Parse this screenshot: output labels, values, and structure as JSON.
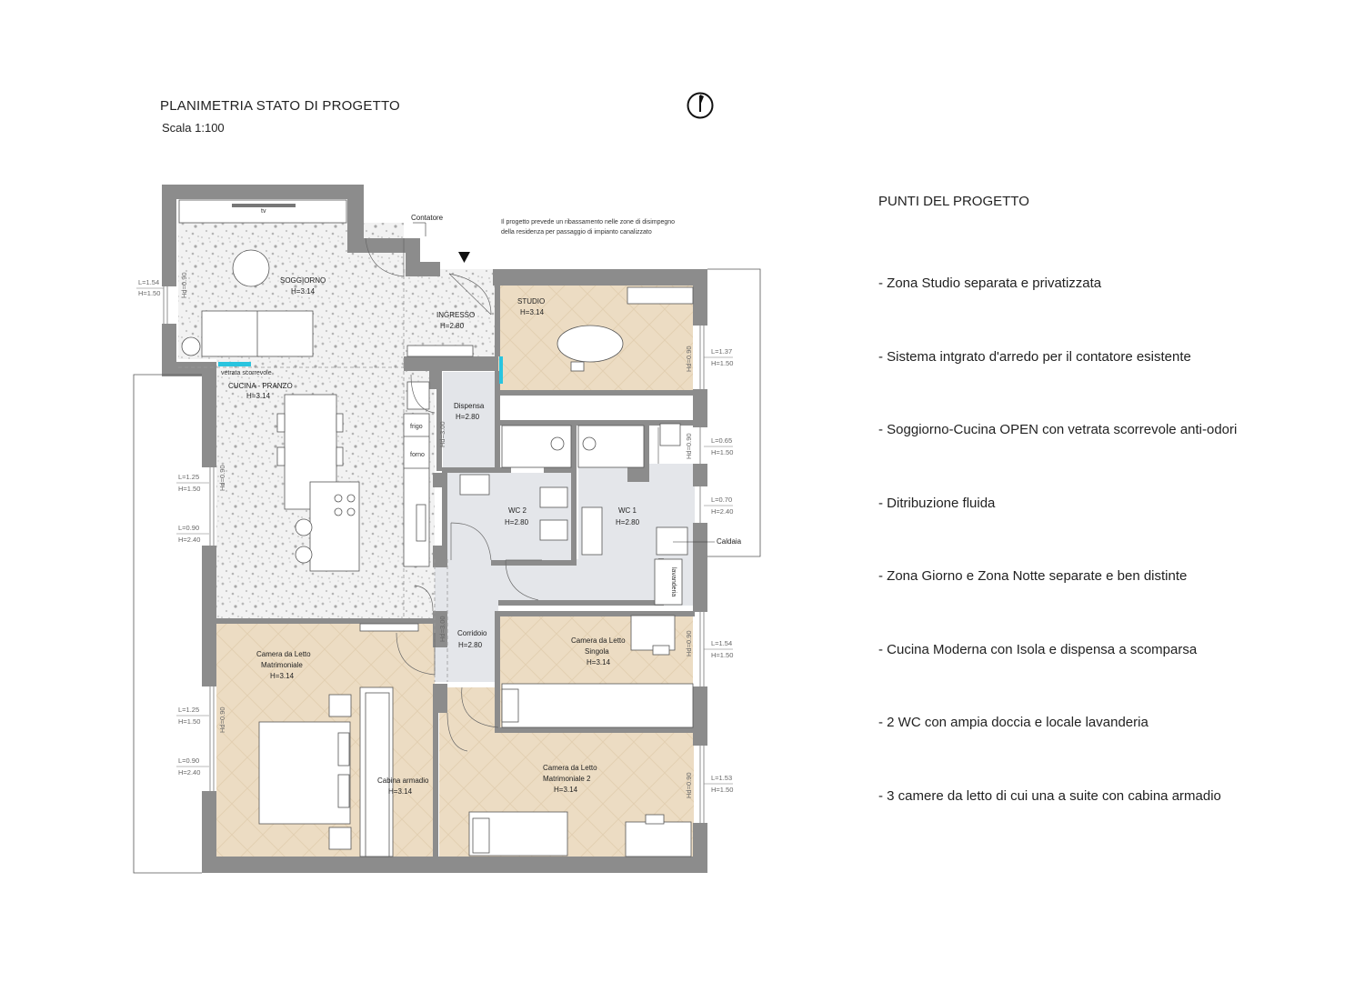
{
  "header": {
    "title": "PLANIMETRIA STATO DI PROGETTO",
    "scale": "Scala 1:100"
  },
  "note": {
    "line1": "Il progetto prevede un ribassamento nelle zone di disimpegno",
    "line2": "della residenza per passaggio di impianto canalizzato"
  },
  "rooms": {
    "soggiorno": {
      "name": "SOGGIORNO",
      "h": "H=3.14"
    },
    "ingresso": {
      "name": "INGRESSO",
      "h": "H=2.80"
    },
    "studio": {
      "name": "STUDIO",
      "h": "H=3.14"
    },
    "cucina": {
      "name": "CUCINA - PRANZO",
      "h": "H=3.14"
    },
    "dispensa": {
      "name": "Dispensa",
      "h": "H=2.80"
    },
    "wc2": {
      "name": "WC 2",
      "h": "H=2.80"
    },
    "wc1": {
      "name": "WC 1",
      "h": "H=2.80"
    },
    "corridoio": {
      "name": "Corridoio",
      "h": "H=2.80"
    },
    "camera_sing": {
      "name1": "Camera da Letto",
      "name2": "Singola",
      "h": "H=3.14"
    },
    "camera_matr": {
      "name1": "Camera da Letto",
      "name2": "Matrimoniale",
      "h": "H=3.14"
    },
    "cabina": {
      "name": "Cabina armadio",
      "h": "H=3.14"
    },
    "camera_matr2": {
      "name1": "Camera da Letto",
      "name2": "Matrimoniale 2",
      "h": "H=3.14"
    }
  },
  "labels": {
    "contatore": "Contatore",
    "caldaia": "Caldaia",
    "tv": "tv",
    "vetrata": "vetrata scorrevole",
    "frigo": "frigo",
    "forno": "forno",
    "lavanderia": "lavanderia",
    "hd_090": "Hd=0.90",
    "hd_300": "Hd=3.00"
  },
  "windows": {
    "w1": {
      "l": "L=1.54",
      "h": "H=1.50"
    },
    "w2": {
      "l": "L=1.25",
      "h": "H=1.50"
    },
    "w3": {
      "l": "L=0.90",
      "h": "H=2.40"
    },
    "w4": {
      "l": "L=1.25",
      "h": "H=1.50"
    },
    "w5": {
      "l": "L=0.90",
      "h": "H=2.40"
    },
    "w6": {
      "l": "L=1.37",
      "h": "H=1.50"
    },
    "w7": {
      "l": "L=0.65",
      "h": "H=1.50"
    },
    "w8": {
      "l": "L=0.70",
      "h": "H=2.40"
    },
    "w9": {
      "l": "L=1.54",
      "h": "H=1.50"
    },
    "w10": {
      "l": "L=1.53",
      "h": "H=1.50"
    }
  },
  "points": {
    "title": "PUNTI DEL PROGETTO",
    "items": [
      "- Zona Studio separata e privatizzata",
      "- Sistema intgrato d'arredo per il contatore esistente",
      "- Soggiorno-Cucina OPEN con vetrata scorrevole anti-odori",
      "- Ditribuzione fluida",
      "- Zona Giorno e Zona Notte separate e ben distinte",
      "- Cucina Moderna con Isola e dispensa a scomparsa",
      "- 2 WC con ampia doccia e locale lavanderia",
      "- 3 camere da letto di cui una a suite con cabina armadio"
    ]
  },
  "colors": {
    "wall": "#8c8c8c",
    "wood": "#ecdcc3",
    "terrazzo": "#f1f1f1",
    "wet": "#e4e6ea",
    "glass": "#29c4df"
  }
}
